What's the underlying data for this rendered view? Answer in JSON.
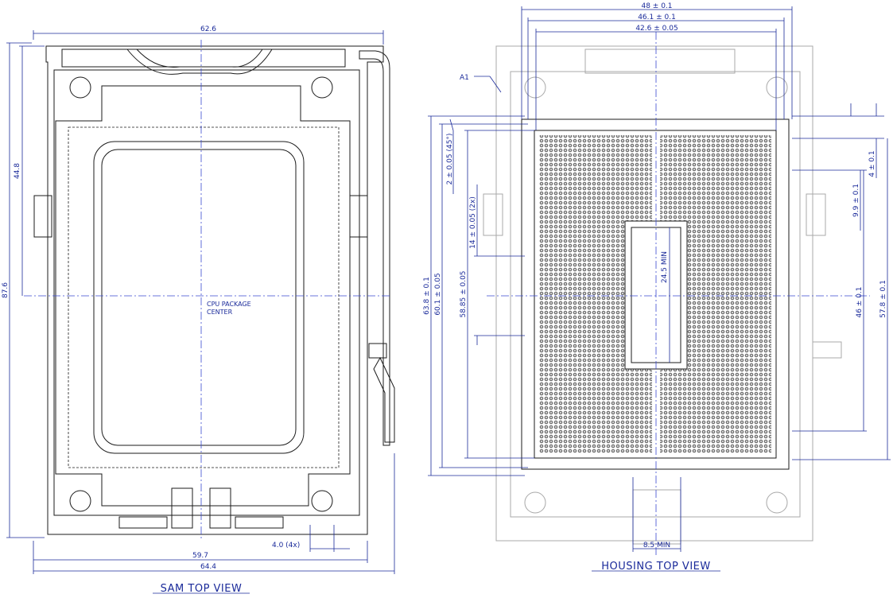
{
  "left_view": {
    "caption": "SAM TOP VIEW",
    "center_label_line1": "CPU PACKAGE",
    "center_label_line2": "CENTER",
    "dims": {
      "top_width": "62.6",
      "height_upper": "44.8",
      "height_total": "87.6",
      "small_offset": "4.0 (4x)",
      "width_inner": "59.7",
      "width_total": "64.4"
    },
    "colors": {
      "frame_fill": "#dcefd8",
      "package_fill": "#f9dcd6",
      "outline": "#1b1b1b"
    }
  },
  "right_view": {
    "caption": "HOUSING TOP VIEW",
    "datum": "A1",
    "dims": {
      "top_48": "48 ± 0.1",
      "top_46": "46.1 ± 0.1",
      "top_42": "42.6 ± 0.05",
      "d_2_45": "2 ± 0.05 (45°)",
      "d_14": "14 ± 0.05 (2x)",
      "d_24": "24.5 MIN",
      "d_58": "58.85 ± 0.05",
      "d_60": "60.1 ± 0.05",
      "d_63": "63.8 ± 0.1",
      "d_4": "4 ± 0.1",
      "d_9": "9.9 ± 0.1",
      "d_46": "46 ± 0.1",
      "d_57": "57.8 ± 0.1",
      "d_8": "8.5 MIN"
    },
    "colors": {
      "pin_fill": "#6e6e6e",
      "housing_outline": "#a8a8a8",
      "dimension": "#1a2a9a"
    }
  }
}
